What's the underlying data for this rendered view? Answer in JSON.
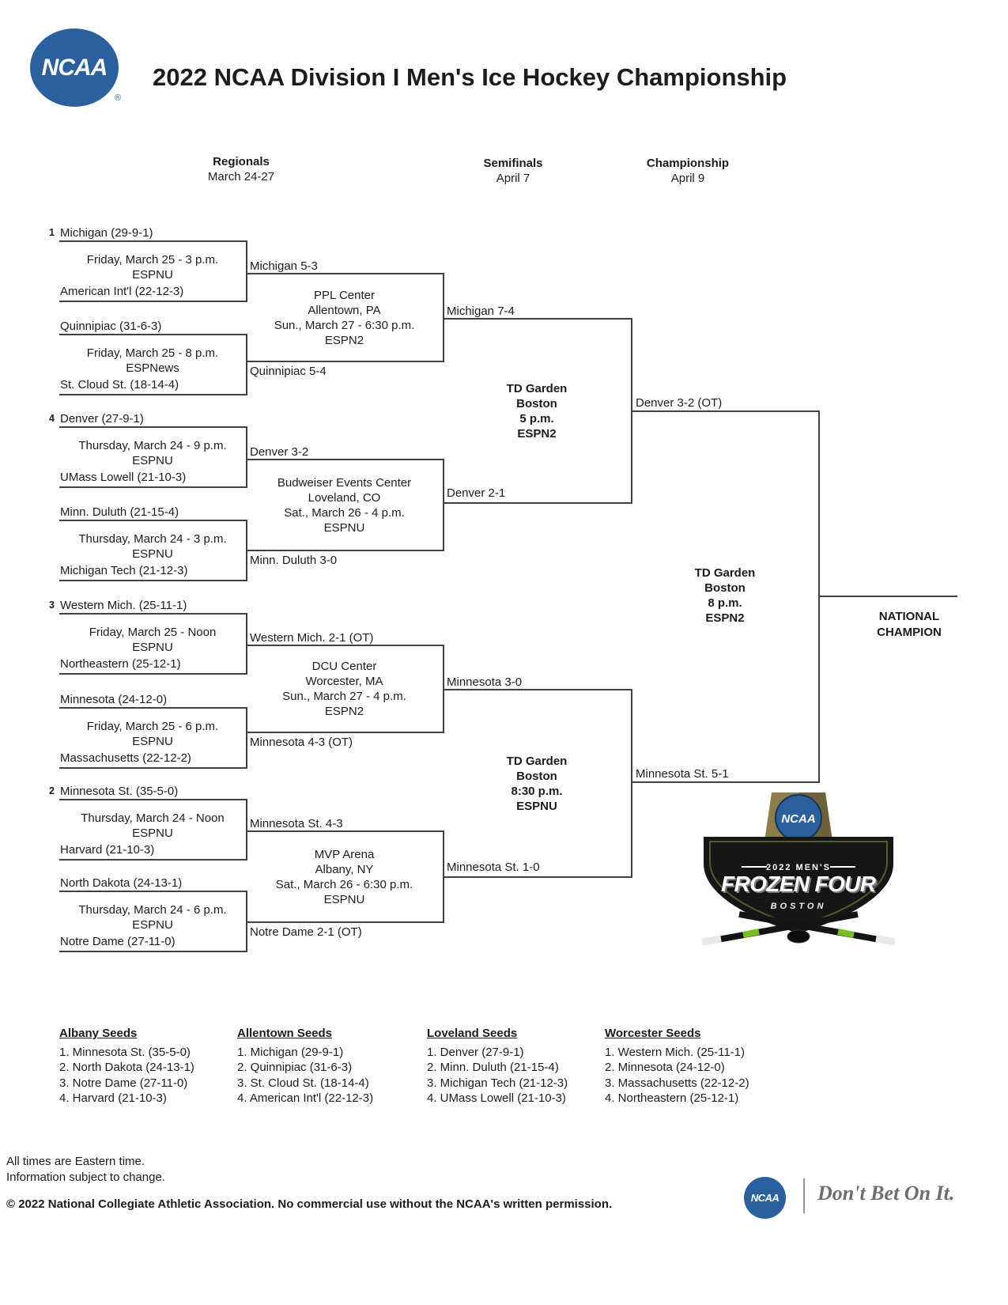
{
  "header": {
    "title": "2022 NCAA Division I Men's Ice Hockey Championship",
    "logo_text": "NCAA",
    "registered": "®"
  },
  "columns": {
    "regionals": {
      "label": "Regionals",
      "dates": "March 24-27"
    },
    "semifinals": {
      "label": "Semifinals",
      "dates": "April 7"
    },
    "championship": {
      "label": "Championship",
      "dates": "April 9"
    }
  },
  "first_round": [
    {
      "seed": "1",
      "team1": "Michigan (29-9-1)",
      "date": "Friday, March 25 - 3 p.m.",
      "network": "ESPNU",
      "team2": "American Int'l (22-12-3)"
    },
    {
      "seed": "",
      "team1": "Quinnipiac (31-6-3)",
      "date": "Friday, March 25 - 8 p.m.",
      "network": "ESPNews",
      "team2": "St. Cloud St. (18-14-4)"
    },
    {
      "seed": "4",
      "team1": "Denver (27-9-1)",
      "date": "Thursday, March 24 - 9 p.m.",
      "network": "ESPNU",
      "team2": "UMass Lowell (21-10-3)"
    },
    {
      "seed": "",
      "team1": "Minn. Duluth (21-15-4)",
      "date": "Thursday, March 24 - 3 p.m.",
      "network": "ESPNU",
      "team2": "Michigan Tech (21-12-3)"
    },
    {
      "seed": "3",
      "team1": "Western Mich. (25-11-1)",
      "date": "Friday, March 25 - Noon",
      "network": "ESPNU",
      "team2": "Northeastern (25-12-1)"
    },
    {
      "seed": "",
      "team1": "Minnesota (24-12-0)",
      "date": "Friday, March 25 - 6 p.m.",
      "network": "ESPNU",
      "team2": "Massachusetts (22-12-2)"
    },
    {
      "seed": "2",
      "team1": "Minnesota St. (35-5-0)",
      "date": "Thursday, March 24 - Noon",
      "network": "ESPNU",
      "team2": "Harvard (21-10-3)"
    },
    {
      "seed": "",
      "team1": "North Dakota (24-13-1)",
      "date": "Thursday, March 24 - 6 p.m.",
      "network": "ESPNU",
      "team2": "Notre Dame (27-11-0)"
    }
  ],
  "regional_finals": [
    {
      "winner_top": "Michigan 5-3",
      "venue": "PPL Center",
      "location": "Allentown, PA",
      "date": "Sun., March 27 - 6:30 p.m.",
      "network": "ESPN2",
      "winner_bottom": "Quinnipiac 5-4"
    },
    {
      "winner_top": "Denver 3-2",
      "venue": "Budweiser Events Center",
      "location": "Loveland, CO",
      "date": "Sat., March 26 - 4 p.m.",
      "network": "ESPNU",
      "winner_bottom": "Minn. Duluth 3-0"
    },
    {
      "winner_top": "Western Mich. 2-1 (OT)",
      "venue": "DCU Center",
      "location": "Worcester, MA",
      "date": "Sun., March 27 - 4 p.m.",
      "network": "ESPN2",
      "winner_bottom": "Minnesota 4-3 (OT)"
    },
    {
      "winner_top": "Minnesota St. 4-3",
      "venue": "MVP Arena",
      "location": "Albany, NY",
      "date": "Sat., March 26 - 6:30 p.m.",
      "network": "ESPNU",
      "winner_bottom": "Notre Dame 2-1 (OT)"
    }
  ],
  "semifinals": [
    {
      "winner_top": "Michigan 7-4",
      "venue": "TD Garden",
      "location": "Boston",
      "time": "5 p.m.",
      "network": "ESPN2",
      "winner_bottom": "Denver 2-1",
      "advancing": "Denver 3-2 (OT)"
    },
    {
      "winner_top": "Minnesota 3-0",
      "venue": "TD Garden",
      "location": "Boston",
      "time": "8:30 p.m.",
      "network": "ESPNU",
      "winner_bottom": "Minnesota St. 1-0",
      "advancing": "Minnesota St. 5-1"
    }
  ],
  "championship_game": {
    "venue": "TD Garden",
    "location": "Boston",
    "time": "8 p.m.",
    "network": "ESPN2",
    "champion_label_line1": "NATIONAL",
    "champion_label_line2": "CHAMPION"
  },
  "frozen_four_logo": {
    "tagline": "2022 MEN'S",
    "title": "FROZEN FOUR",
    "city": "BOSTON",
    "ncaa": "NCAA"
  },
  "seeds": [
    {
      "title": "Albany Seeds",
      "items": [
        "1. Minnesota St. (35-5-0)",
        "2. North Dakota (24-13-1)",
        "3. Notre Dame (27-11-0)",
        "4. Harvard (21-10-3)"
      ]
    },
    {
      "title": "Allentown Seeds",
      "items": [
        "1. Michigan (29-9-1)",
        "2. Quinnipiac (31-6-3)",
        "3. St. Cloud St. (18-14-4)",
        "4. American Int'l (22-12-3)"
      ]
    },
    {
      "title": "Loveland Seeds",
      "items": [
        "1. Denver (27-9-1)",
        "2. Minn. Duluth (21-15-4)",
        "3. Michigan Tech (21-12-3)",
        "4. UMass Lowell (21-10-3)"
      ]
    },
    {
      "title": "Worcester Seeds",
      "items": [
        "1. Western Mich. (25-11-1)",
        "2. Minnesota (24-12-0)",
        "3. Massachusetts (22-12-2)",
        "4. Northeastern (25-12-1)"
      ]
    }
  ],
  "footer": {
    "note1": "All times are Eastern time.",
    "note2": "Information subject to change.",
    "copyright": "© 2022 National Collegiate Athletic Association.  No commercial use without the NCAA's written permission.",
    "dont_bet": "Don't Bet On It.",
    "ncaa": "NCAA"
  },
  "colors": {
    "ncaa_blue": "#2b5f9e",
    "bracket_line": "#404040",
    "footer_gray": "#6d6e71",
    "logo_green": "#78be20",
    "logo_gold": "#8c7d4a"
  }
}
